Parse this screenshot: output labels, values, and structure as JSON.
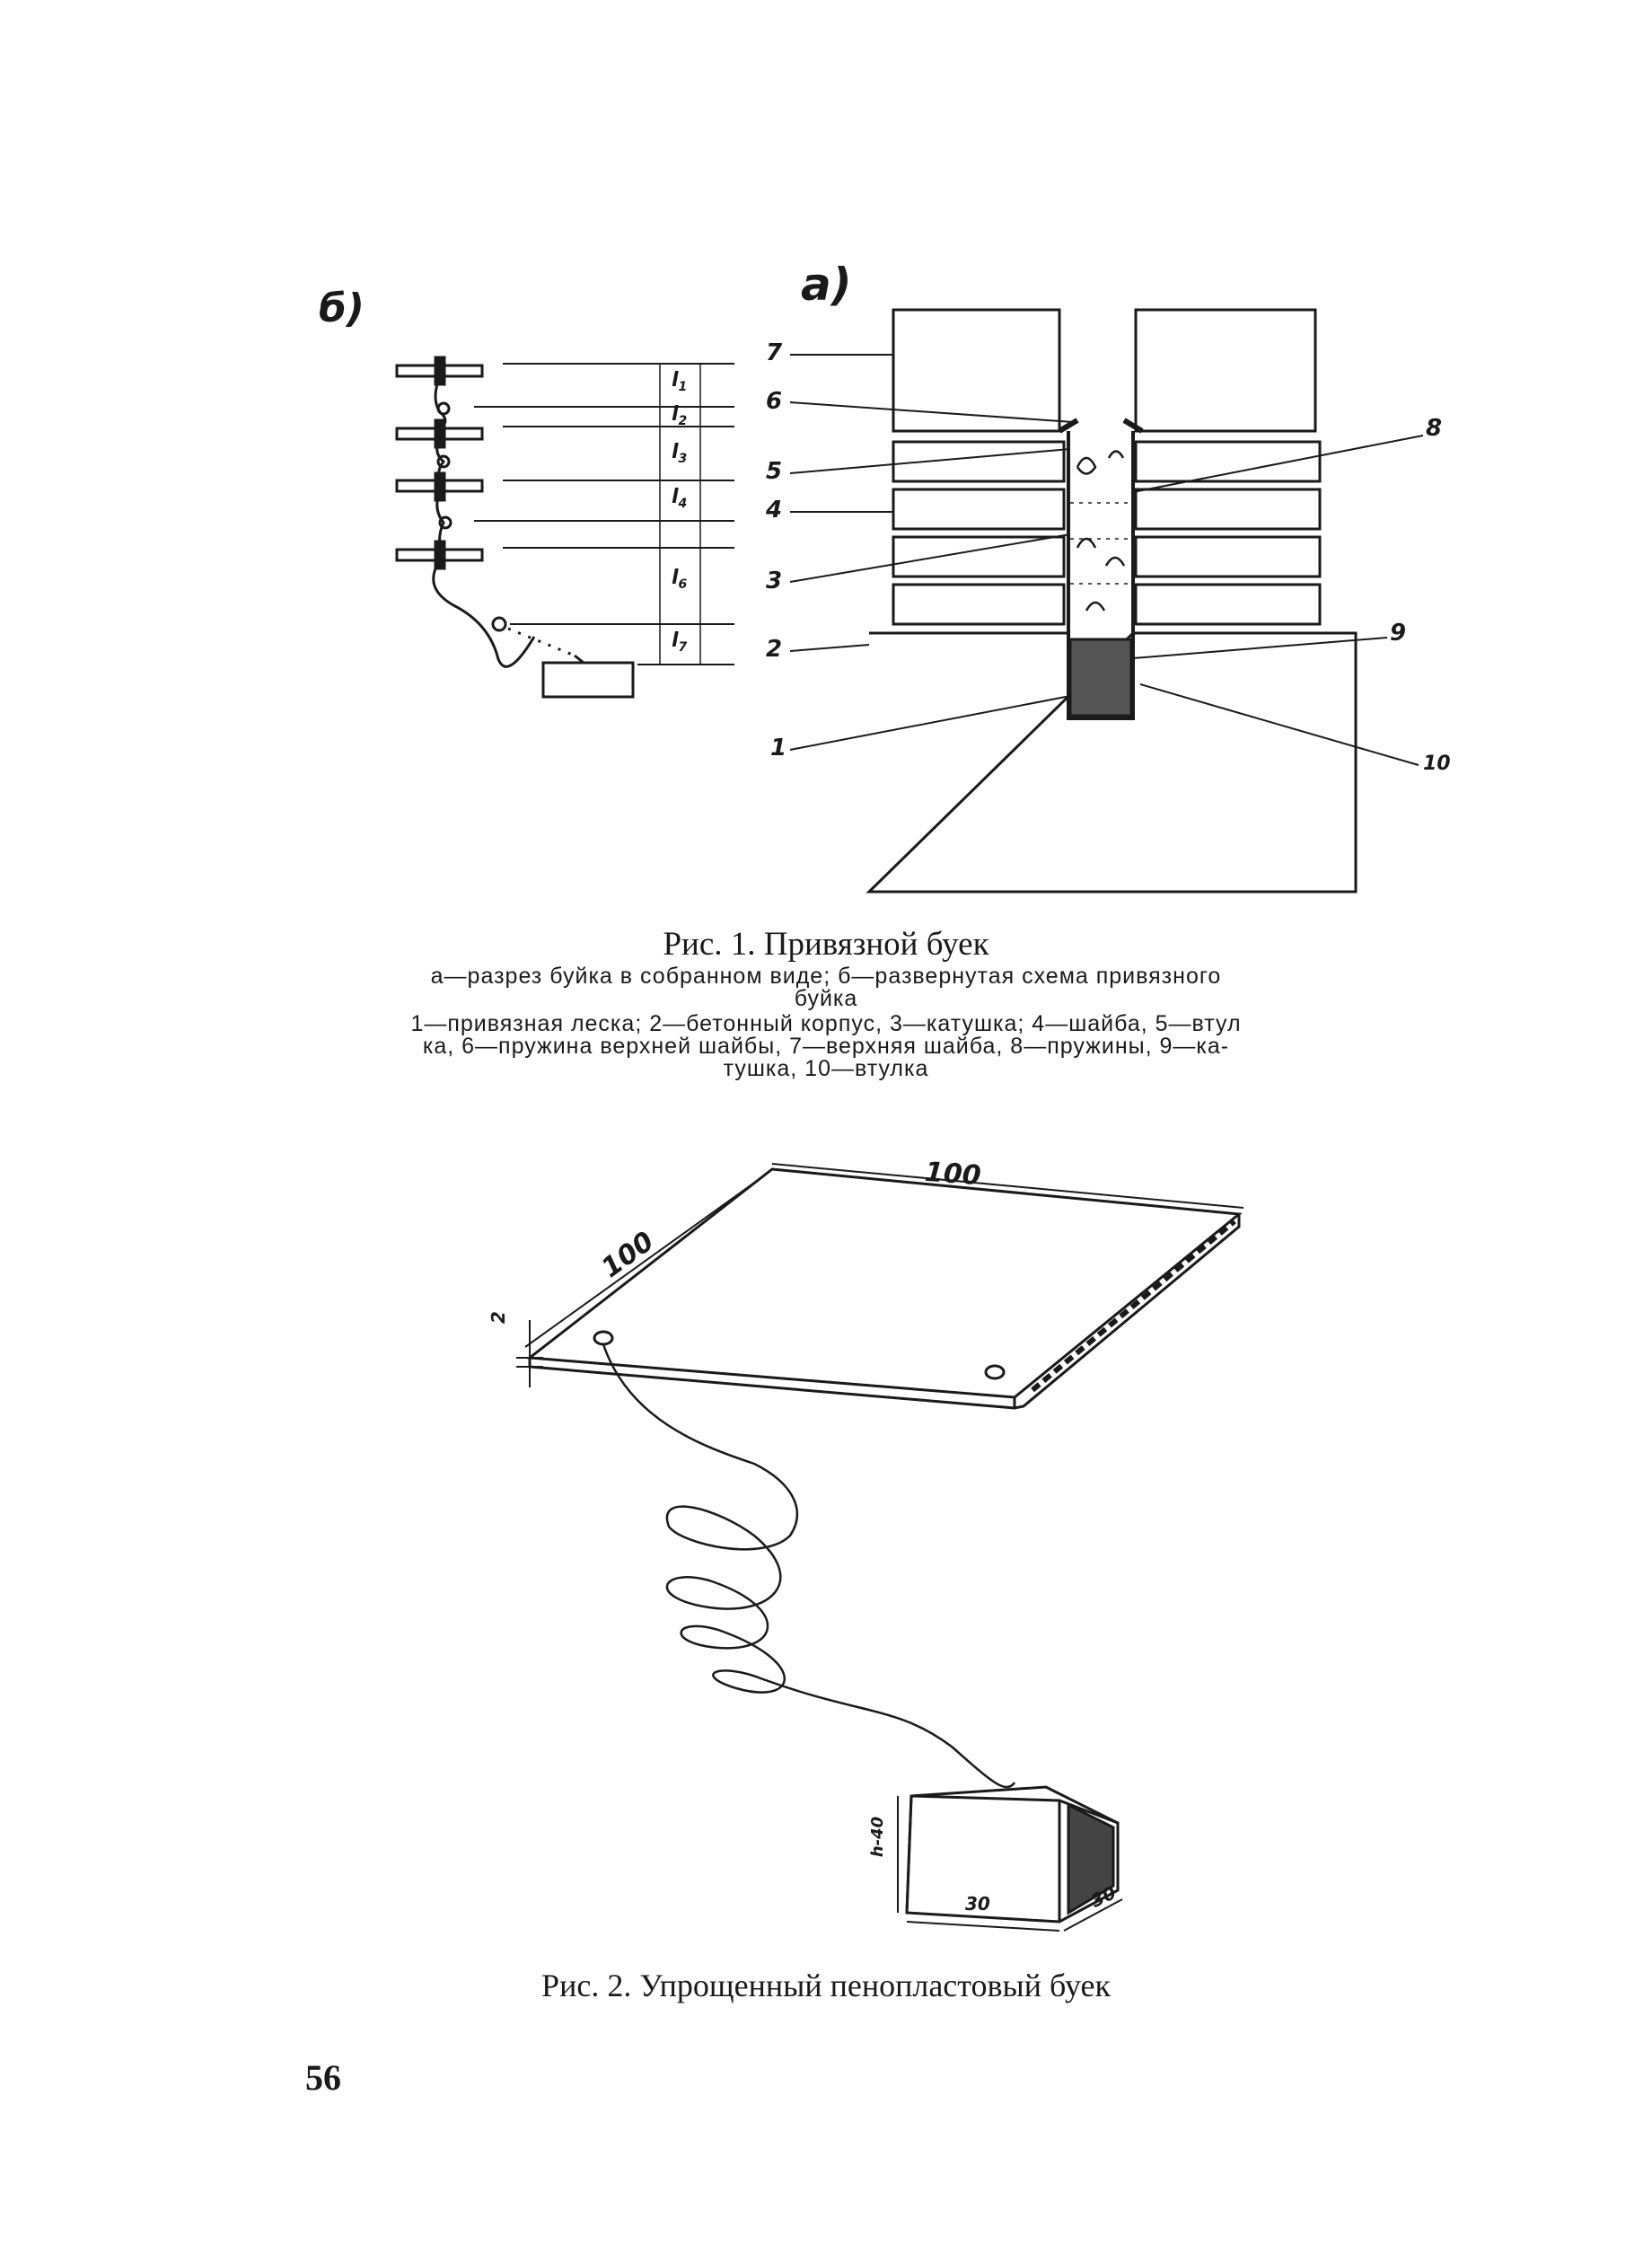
{
  "fig1": {
    "panel_a_label": "а)",
    "panel_b_label": "б)",
    "callouts": [
      "7",
      "6",
      "5",
      "4",
      "3",
      "2",
      "1",
      "8",
      "9",
      "10"
    ],
    "dim_labels": [
      "l1",
      "l2",
      "l3",
      "l4",
      "l6",
      "l7"
    ],
    "caption": "Рис. 1. Привязной буек",
    "legend_line1": "а—разрез буйка в собранном виде; б—развернутая схема привязного",
    "legend_line2": "буйка",
    "legend_line3": "1—привязная леска; 2—бетонный корпус, 3—катушка; 4—шайба, 5—втул",
    "legend_line4": "ка, 6—пружина верхней шайбы, 7—верхняя шайба, 8—пружины, 9—ка-",
    "legend_line5": "тушка, 10—втулка"
  },
  "fig2": {
    "dim_top": "100",
    "dim_left": "100",
    "dim_thickness": "2",
    "block_height": "h-40",
    "block_width": "30",
    "block_depth": "30",
    "caption": "Рис. 2. Упрощенный пенопластовый буек"
  },
  "page_number": "56"
}
